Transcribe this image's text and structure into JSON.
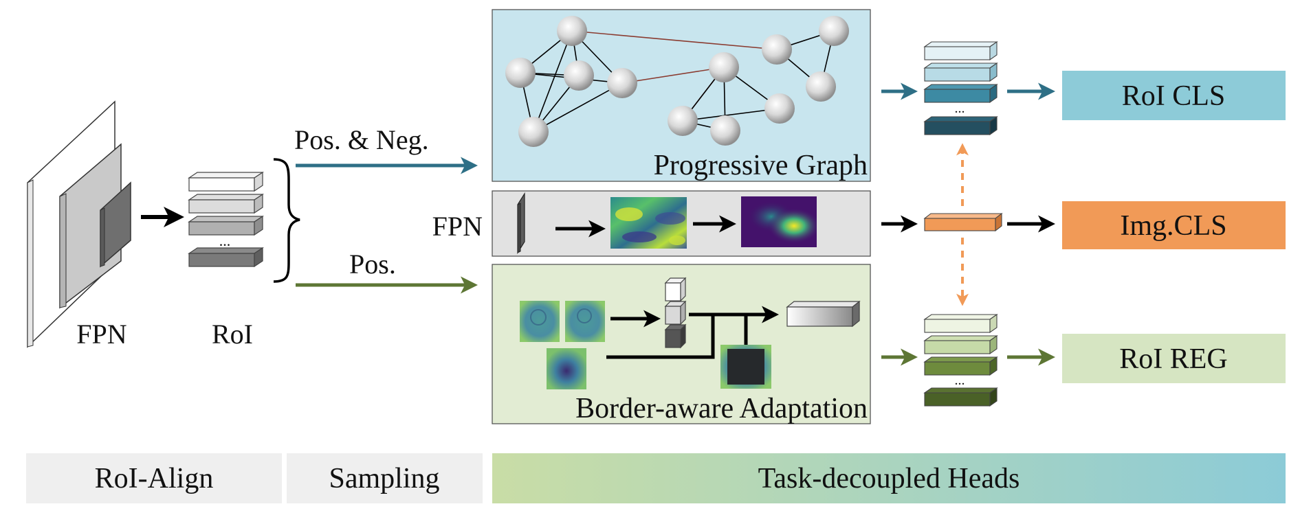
{
  "fpn_stack": {
    "label": "FPN"
  },
  "roi_stack": {
    "label": "RoI",
    "ellipsis": "..."
  },
  "branches": {
    "pos_neg_label": "Pos. & Neg.",
    "pos_label": "Pos.",
    "fpn_label": "FPN"
  },
  "progressive_graph": {
    "title": "Progressive Graph"
  },
  "border_aware": {
    "title": "Border-aware Adaptation"
  },
  "heads": {
    "cls_ellipsis": "...",
    "reg_ellipsis": "...",
    "roi_cls": "RoI CLS",
    "img_cls": "Img.CLS",
    "roi_reg": "RoI REG"
  },
  "stages": {
    "roi_align": "RoI-Align",
    "sampling": "Sampling",
    "task_heads": "Task-decoupled Heads"
  },
  "colors": {
    "graph_panel": "#c8e5ee",
    "fpn_panel": "#e2e2e2",
    "border_panel": "#e2ecd3",
    "cls_teal": "#2e6f86",
    "cls_output": "#8dcbd8",
    "img_orange": "#f19a57",
    "reg_olive": "#5d7634",
    "reg_output": "#d6e5c2",
    "graph_edge_red": "#8a3b30"
  },
  "icons": [
    "graph-node-icon",
    "heatmap-icon",
    "feature-map-icon",
    "cuboid-icon"
  ]
}
